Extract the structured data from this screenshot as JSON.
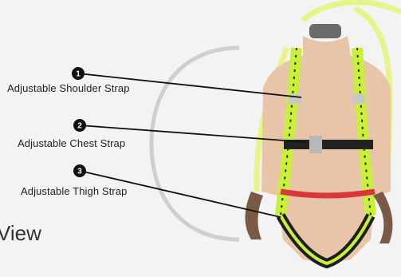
{
  "callouts": [
    {
      "number": "1",
      "label": "Adjustable Shoulder Strap"
    },
    {
      "number": "2",
      "label": "Adjustable Chest Strap"
    },
    {
      "number": "3",
      "label": "Adjustable Thigh Strap"
    }
  ],
  "footer": {
    "partial_text": "View"
  },
  "colors": {
    "background": "#f3f3f3",
    "strap": "#c8f03a",
    "strap_trim": "#2a2a2a",
    "waist_band": "#d9363e",
    "mannequin": "#e8c4a8",
    "hooks": "#7a5a44"
  }
}
